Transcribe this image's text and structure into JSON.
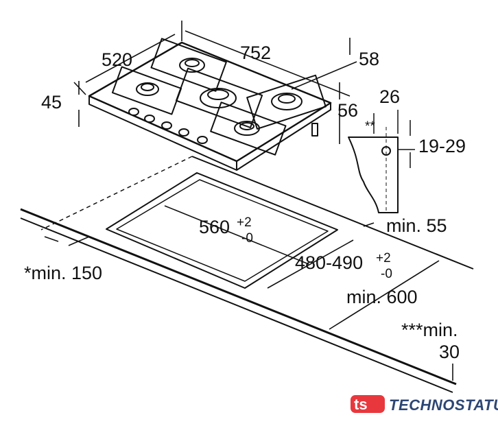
{
  "dimensions": {
    "depth": "520",
    "width": "752",
    "height": "45",
    "rear_offset": "58",
    "side_offset": "56",
    "profile_offset": "26",
    "profile_note": "**",
    "worktop_thickness": "19-29",
    "cutout_width": "560",
    "cutout_width_tol_plus": "+2",
    "cutout_width_tol_minus": "-0",
    "cutout_depth": "480-490",
    "cutout_depth_tol_plus": "+2",
    "cutout_depth_tol_minus": "-0",
    "min_rear": "min. 55",
    "min_side": "*min. 150",
    "min_worktop_depth": "min. 600",
    "min_front_line1": "***min.",
    "min_front_line2": "30"
  },
  "logo": {
    "text": "TECHNOSTATUS",
    "mark": "ts",
    "color": "#e8383d",
    "text_color": "#2d4673"
  }
}
